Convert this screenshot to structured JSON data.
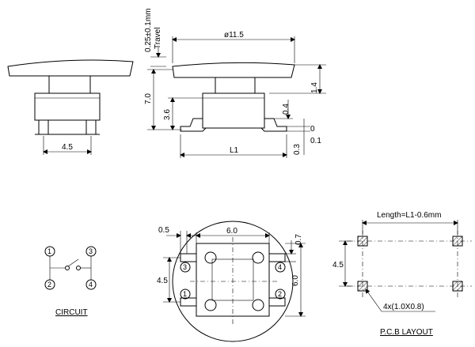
{
  "side_view": {
    "width_label": "4.5"
  },
  "front_view": {
    "travel_label": "0.25±0.1mm",
    "travel_word": "Travel",
    "diameter_label": "ø11.5",
    "height_label": "7.0",
    "stem_label": "3.6",
    "cap_label": "1.4",
    "gap_label": "0.4",
    "zero_label": "0",
    "tol_label": "0.1",
    "base_label": "0.3",
    "length_label": "L1"
  },
  "circuit": {
    "pins": [
      "1",
      "3",
      "2",
      "4"
    ],
    "title": "CIRCUIT"
  },
  "top_view": {
    "offset_label": "0.5",
    "width_label": "6.0",
    "pin_gap_label": "0.7",
    "pitch_label": "4.5",
    "height_label": "6.0",
    "pins": [
      "3",
      "4",
      "1",
      "2"
    ]
  },
  "pcb_layout": {
    "length_label": "Length=L1-0.6mm",
    "pitch_label": "4.5",
    "pad_note": "4x(1.0X0.8)",
    "title": "P.C.B  LAYOUT"
  }
}
